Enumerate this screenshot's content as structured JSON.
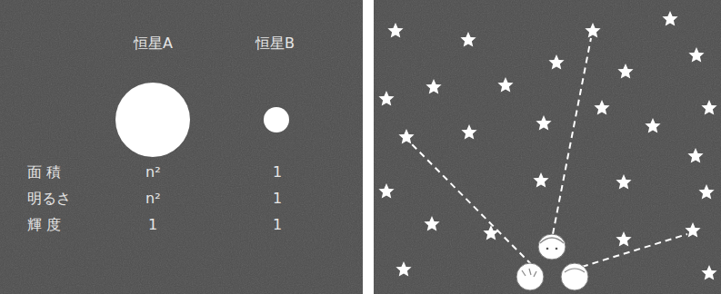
{
  "diagram": {
    "labels": [
      "恒星A",
      "恒星B",
      "面 積",
      "n²",
      "1",
      "明るさ",
      "n²",
      "1",
      "輝 度",
      "1",
      "1"
    ]
  }
}
